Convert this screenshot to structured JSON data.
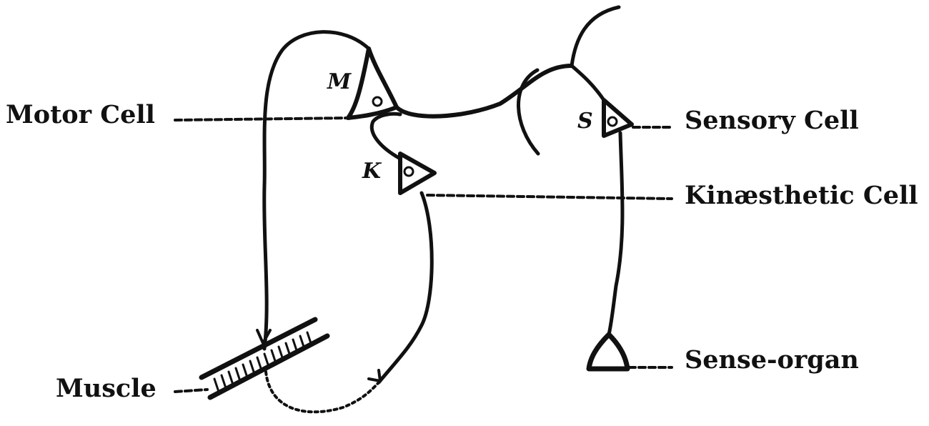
{
  "labels": {
    "motor_cell": "Motor Cell",
    "sensory_cell": "Sensory Cell",
    "kinaesthetic_cell": "Kinæsthetic Cell",
    "sense_organ": "Sense-organ",
    "muscle": "Muscle"
  },
  "cell_letters": {
    "motor": "M",
    "kinaesthetic": "K",
    "sensory": "S"
  },
  "colors": {
    "ink": "#111111",
    "background": "#ffffff"
  }
}
